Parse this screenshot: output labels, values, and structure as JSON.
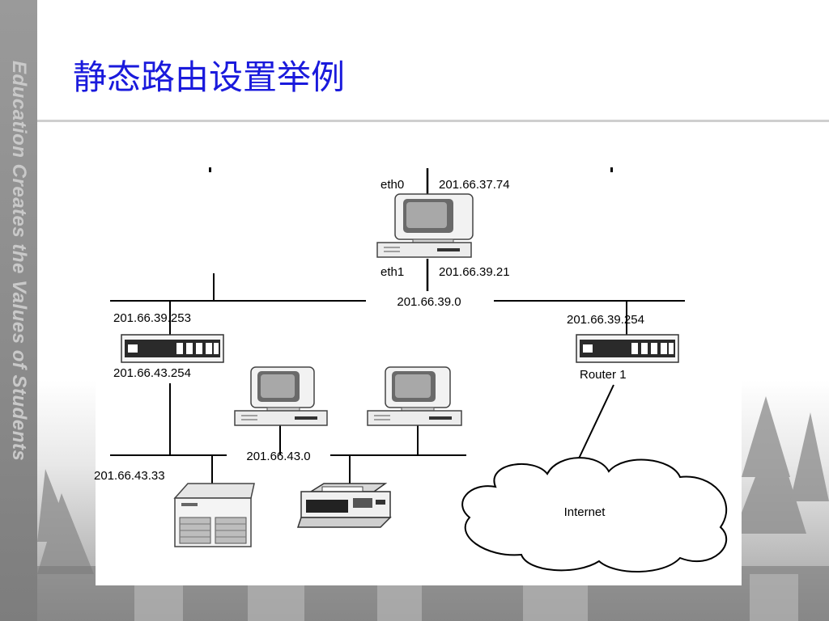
{
  "slide": {
    "title": "静态路由设置举例",
    "sidebar_text": "Education Creates the Values of Students"
  },
  "diagram": {
    "host_top": {
      "if0_name": "eth0",
      "if0_ip": "201.66.37.74",
      "if1_name": "eth1",
      "if1_ip": "201.66.39.21"
    },
    "net_39": "201.66.39.0",
    "net_43": "201.66.43.0",
    "router_left": {
      "ip_top": "201.66.39.253",
      "ip_bottom": "201.66.43.254"
    },
    "router_right": {
      "ip": "201.66.39.254",
      "label": "Router 1"
    },
    "server_ip": "201.66.43.33",
    "cloud_label": "Internet"
  }
}
